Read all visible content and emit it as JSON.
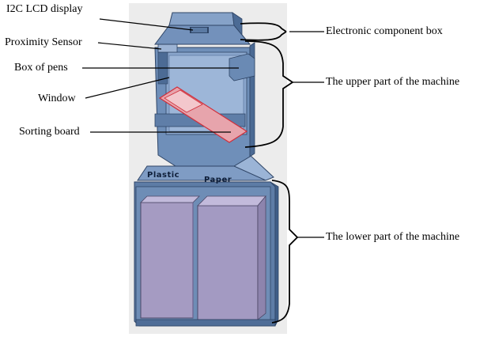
{
  "labels_left": {
    "lcd": "I2C LCD display",
    "proximity": "Proximity Sensor",
    "pens": "Box of pens",
    "window": "Window",
    "sorting": "Sorting board"
  },
  "labels_right": {
    "component_box": "Electronic component box",
    "upper": "The upper part of the machine",
    "lower": "The lower part of the machine"
  },
  "bins": {
    "plastic": "Plastic",
    "paper": "Paper"
  },
  "colors": {
    "machine_light": "#7a96bd",
    "machine_mid": "#5f7ea8",
    "machine_dark": "#3e5d87",
    "bin_fill": "#a59bc2",
    "panel_bg": "#e8e8e8",
    "sorting_board": "#d9626c",
    "leader": "#000000"
  }
}
